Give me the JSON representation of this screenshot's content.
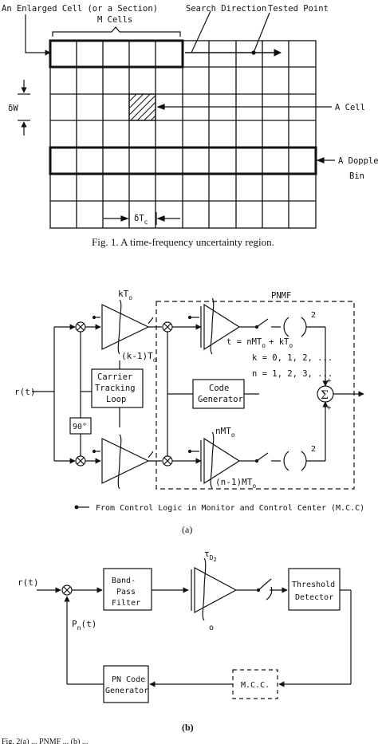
{
  "fig1": {
    "label_enlarged_cell": "An Enlarged Cell (or a Section)",
    "label_m_cells": "M Cells",
    "label_search_direction": "Search Direction",
    "label_tested_point": "Tested Point",
    "label_delta_w": "δW",
    "label_a_cell": "A Cell",
    "label_doppler_bin": "A Doppler",
    "label_doppler_bin_2": "Bin",
    "label_delta_tc": "δT",
    "label_delta_tc_sub": "c",
    "caption": "Fig. 1.   A time-frequency uncertainty region."
  },
  "fig2a": {
    "label_rt": "r(t)",
    "label_kto": "kT",
    "label_kto_sub": "o",
    "label_k1to": "(k-1)T",
    "label_k1to_sub": "o",
    "label_pnmf": "PNMF",
    "label_square_top": "2",
    "label_t_eq": "t = nMT",
    "label_t_eq_sub": "o",
    "label_t_eq_tail": "+ kT",
    "label_t_eq_tail_sub": "o",
    "label_k_list": "k = 0, 1, 2, ...",
    "label_n_list": "n = 1, 2, 3, ...",
    "label_carrier_1": "Carrier",
    "label_carrier_2": "Tracking",
    "label_carrier_3": "Loop",
    "label_code_gen_1": "Code",
    "label_code_gen_2": "Generator",
    "label_90": "90°",
    "label_sigma": "Σ",
    "label_plus_1": "+",
    "label_plus_2": "+",
    "label_nmto": "nMT",
    "label_nmto_sub": "o",
    "label_n1mto": "(n-1)MT",
    "label_n1mto_sub": "o",
    "label_square_bottom": "2",
    "legend": "From Control Logic in Monitor and Control Center (M.C.C)",
    "sublabel": "(a)"
  },
  "fig2b": {
    "label_rt": "r(t)",
    "label_bpf_1": "Band-",
    "label_bpf_2": "Pass",
    "label_bpf_3": "Filter",
    "label_td2": "τ",
    "label_td2_sub": "D",
    "label_td2_sub2": "2",
    "label_zero": "o",
    "label_threshold_1": "Threshold",
    "label_threshold_2": "Detector",
    "label_pn_t": "P",
    "label_pn_t_sub": "n",
    "label_pn_t_tail": "(t)",
    "label_pn_gen_1": "PN Code",
    "label_pn_gen_2": "Generator",
    "label_mcc": "M.C.C.",
    "sublabel": "(b)"
  },
  "fig2_caption": "Fig. 2(a)  ...  PNMF ...  (b) ..."
}
